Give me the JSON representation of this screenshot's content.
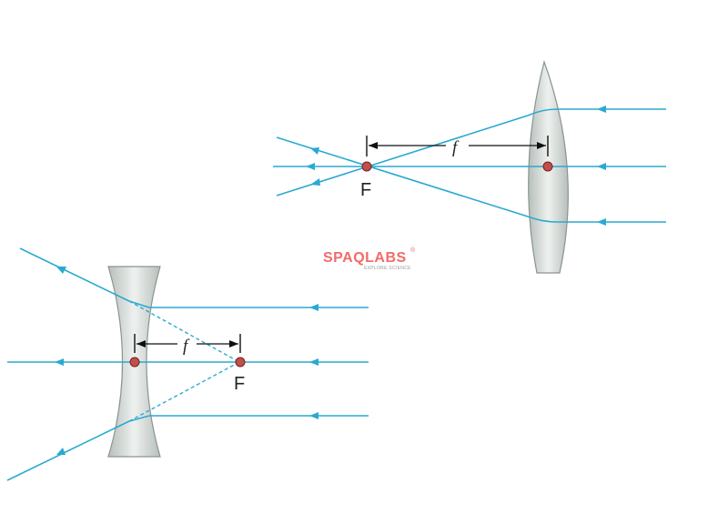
{
  "converging": {
    "focal_point_label": "F",
    "focal_length_label": "f"
  },
  "diverging": {
    "focal_point_label": "F",
    "focal_length_label": "f"
  },
  "watermark": {
    "brand": "SPAQLABS",
    "tagline": "EXPLORE SCIENCE",
    "mark": "®"
  },
  "colors": {
    "ray": "#2aa9d2",
    "focal_point": "#c0504d",
    "lens": "#c9cfcc",
    "watermark": "#f26b6b"
  }
}
